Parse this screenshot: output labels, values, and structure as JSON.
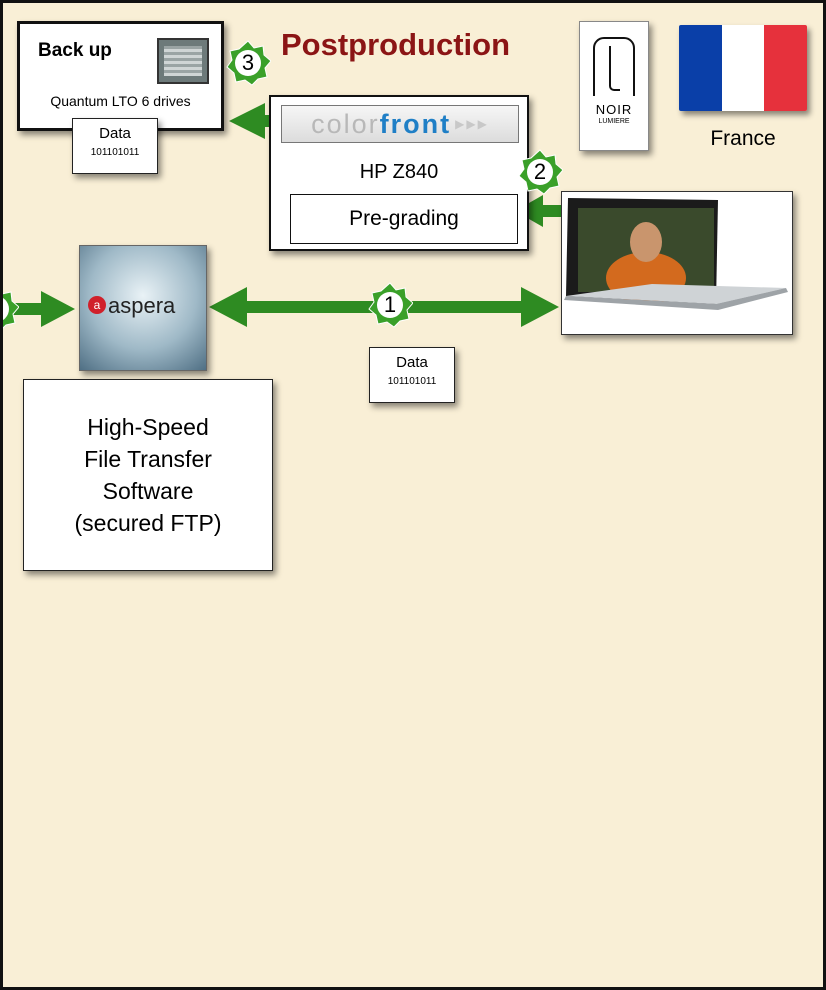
{
  "title": "Postproduction",
  "backup": {
    "heading": "Back up",
    "device": "Quantum LTO 6 drives"
  },
  "data_label": {
    "title": "Data",
    "bits": "101101011"
  },
  "colorfront": {
    "logo_left": "color",
    "logo_right": "front",
    "machine": "HP Z840",
    "task": "Pre-grading"
  },
  "noir_lumiere": {
    "line1": "NOIR",
    "line2": "LUMIERE"
  },
  "country": {
    "name": "France"
  },
  "aspera": {
    "logo": "aspera"
  },
  "ftp_box": {
    "lines": [
      "High-Speed",
      "File Transfer",
      "Software",
      "(secured FTP)"
    ]
  },
  "steps": [
    "1",
    "2",
    "3"
  ],
  "colors": {
    "arrow": "#2e8b22",
    "badge": "#3aa029",
    "title": "#8b1515",
    "background": "#f9efd6",
    "flag_blue": "#0a3fa8",
    "flag_red": "#e6313c"
  }
}
